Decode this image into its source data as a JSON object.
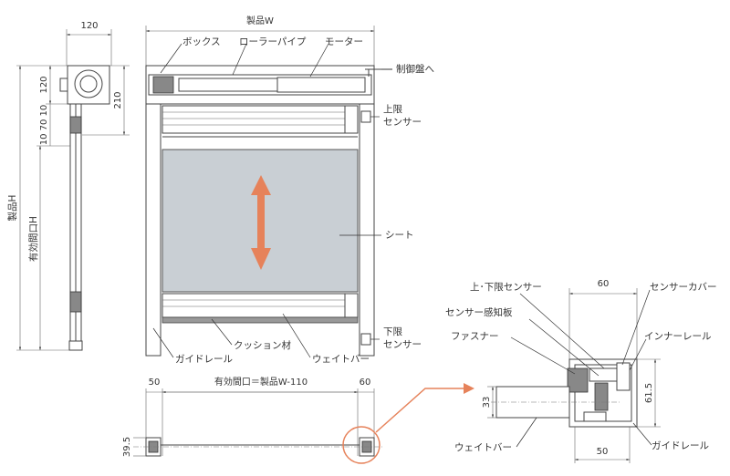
{
  "front": {
    "title_width": "製品W",
    "box": "ボックス",
    "roller_pipe": "ローラーパイプ",
    "motor": "モーター",
    "to_panel": "制御盤へ",
    "upper_sensor": [
      "上限",
      "センサー"
    ],
    "sheet": "シート",
    "lower_sensor": [
      "下限",
      "センサー"
    ],
    "guide_rail": "ガイドレール",
    "cushion": "クッション材",
    "weight_bar": "ウェイトバー"
  },
  "side": {
    "dim_top": "120",
    "dim_120": "120",
    "dim_210": "210",
    "dim_stack": "10 70 10",
    "height_label": "製品H",
    "opening_h": "有効間口H"
  },
  "plan": {
    "dim_50": "50",
    "dim_opening": "有効間口＝製品W-110",
    "dim_60": "60",
    "dim_39_5": "39.5"
  },
  "detail": {
    "dim_60": "60",
    "sensor_updown": "上･下限センサー",
    "sensor_cover": "センサーカバー",
    "sensor_plate": "センサー感知板",
    "inner_rail": "インナーレール",
    "fastener": "ファスナー",
    "dim_33": "33",
    "dim_61_5": "61.5",
    "weight_bar": "ウェイトバー",
    "dim_50": "50",
    "guide_rail": "ガイドレール"
  },
  "colors": {
    "sheet": "#c9cfd4",
    "arrow": "#e6825a",
    "callout": "#e6825a"
  }
}
